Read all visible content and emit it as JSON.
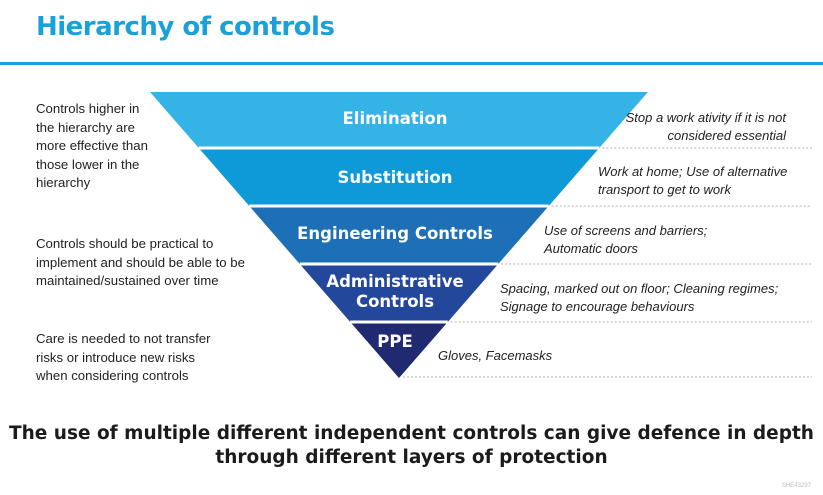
{
  "title": "Hierarchy of controls",
  "notes": [
    "Controls higher in the hierarchy are more effective than those lower in the hierarchy",
    "Controls should be practical to implement and should be able to be maintained/sustained over time",
    "Care is needed to not transfer risks or introduce new risks when considering controls"
  ],
  "layers": [
    {
      "label": "Elimination",
      "description": "Stop a work ativity if it is not considered essential",
      "color": "#33b3e6"
    },
    {
      "label": "Substitution",
      "description": "Work at home; Use of alternative transport to get to work",
      "color": "#0e9ad8"
    },
    {
      "label": "Engineering Controls",
      "description": "Use of screens and barriers; Automatic doors",
      "color": "#1d6fb6"
    },
    {
      "label": "Administrative Controls",
      "description": "Spacing, marked out on floor; Cleaning regimes; Signage to encourage behaviours",
      "color": "#23479b"
    },
    {
      "label": "PPE",
      "description": "Gloves, Facemasks",
      "color": "#1f2a70"
    }
  ],
  "summary": "The use of multiple different independent controls can give defence in depth through different layers of protection",
  "image_code": "SHE43297",
  "colors": {
    "accent": "#1aa1d9",
    "divider": "#ffffff",
    "dash": "#b0b0b0"
  }
}
